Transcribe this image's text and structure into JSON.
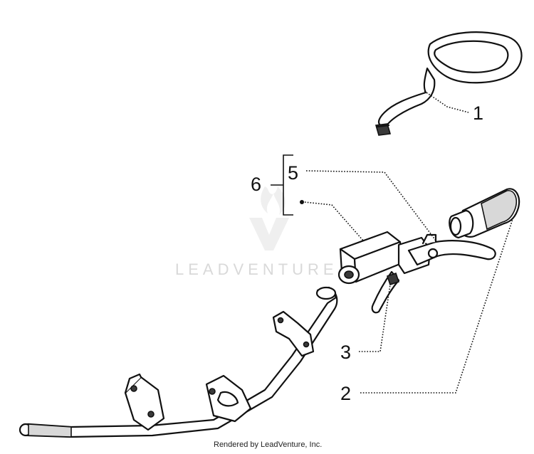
{
  "callouts": {
    "c1": "1",
    "c2": "2",
    "c3": "3",
    "c5": "5",
    "c6": "6"
  },
  "watermark": {
    "text": "LEADVENTURE",
    "logo_icon": "leadventure-flame-v-logo"
  },
  "footer": {
    "text": "Rendered by LeadVenture, Inc."
  },
  "colors": {
    "line": "#111111",
    "watermark": "#d9d9d9",
    "background": "#ffffff"
  }
}
